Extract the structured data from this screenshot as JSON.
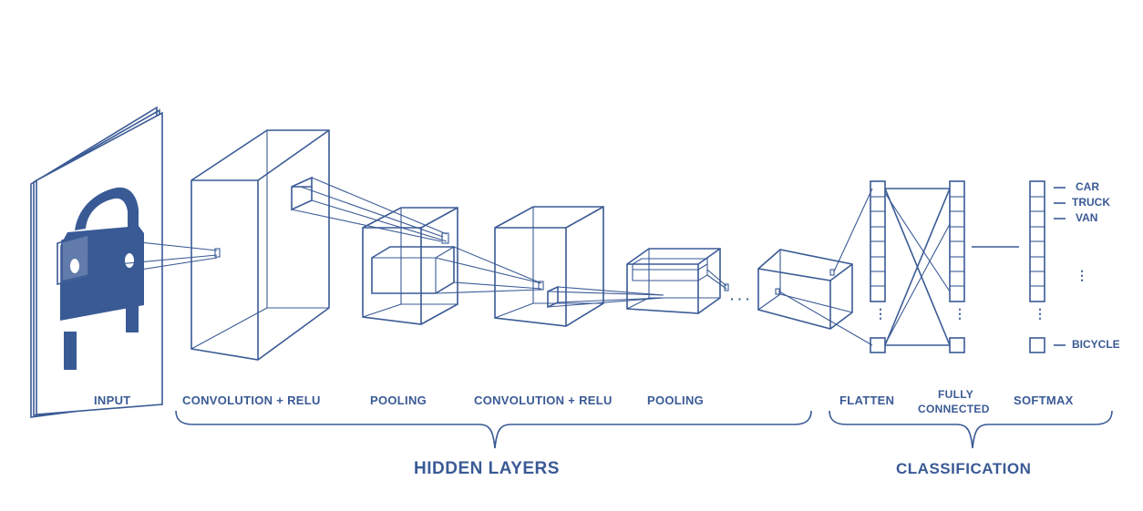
{
  "stages": {
    "input": "INPUT",
    "conv1": "CONVOLUTION + RELU",
    "pool1": "POOLING",
    "conv2": "CONVOLUTION + RELU",
    "pool2": "POOLING",
    "flatten": "FLATTEN",
    "fully_connected_line1": "FULLY",
    "fully_connected_line2": "CONNECTED",
    "softmax": "SOFTMAX"
  },
  "groups": {
    "hidden": "HIDDEN LAYERS",
    "classification": "CLASSIFICATION"
  },
  "classes": [
    "CAR",
    "TRUCK",
    "VAN",
    "BICYCLE"
  ],
  "ellipsis": {
    "horizontal": "· · ·",
    "vertical": "⋮"
  },
  "colors": {
    "ink": "#3a5a95",
    "background": "#ffffff"
  },
  "icons": {
    "input_image": "car-front-icon"
  }
}
